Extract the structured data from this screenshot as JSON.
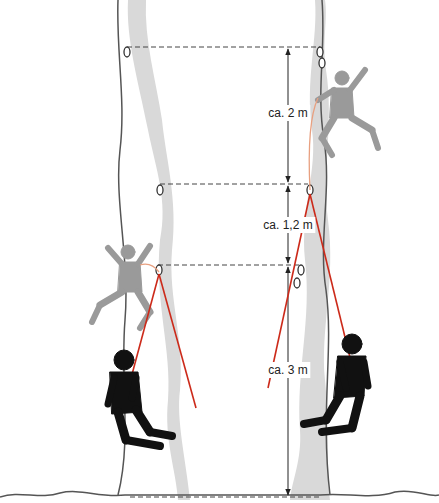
{
  "diagram": {
    "labels": [
      "ca. 2 m",
      "ca. 1,2 m",
      "ca. 3 m"
    ]
  }
}
